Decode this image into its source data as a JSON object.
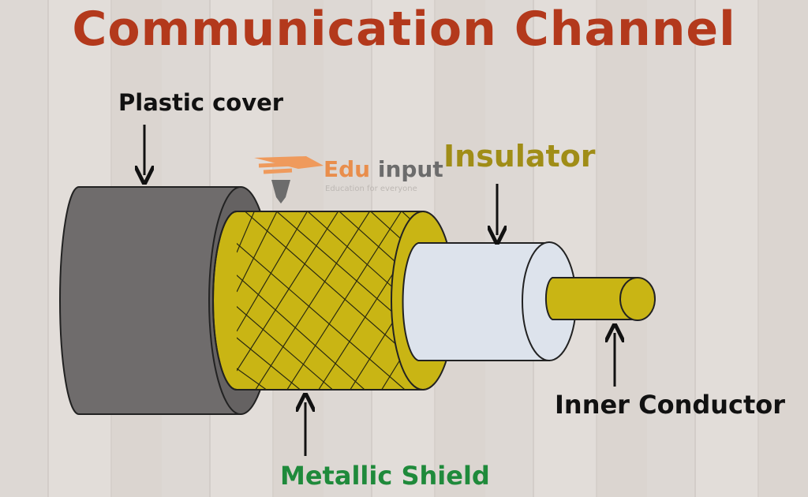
{
  "title": "Communication Channel",
  "labels": {
    "plastic_cover": "Plastic cover",
    "insulator": "Insulator",
    "inner_conductor": "Inner Conductor",
    "metallic_shield": "Metallic Shield"
  },
  "logo": {
    "name_part1": "Edu",
    "name_part2": " input",
    "tagline": "Education for everyone"
  },
  "colors": {
    "title": "#b3391c",
    "cover": "#6f6c6c",
    "shield": "#c9b514",
    "insulator": "#dde3ec",
    "conductor": "#c9b514",
    "insulator_label": "#a08d17",
    "shield_label": "#1f8a3b"
  }
}
